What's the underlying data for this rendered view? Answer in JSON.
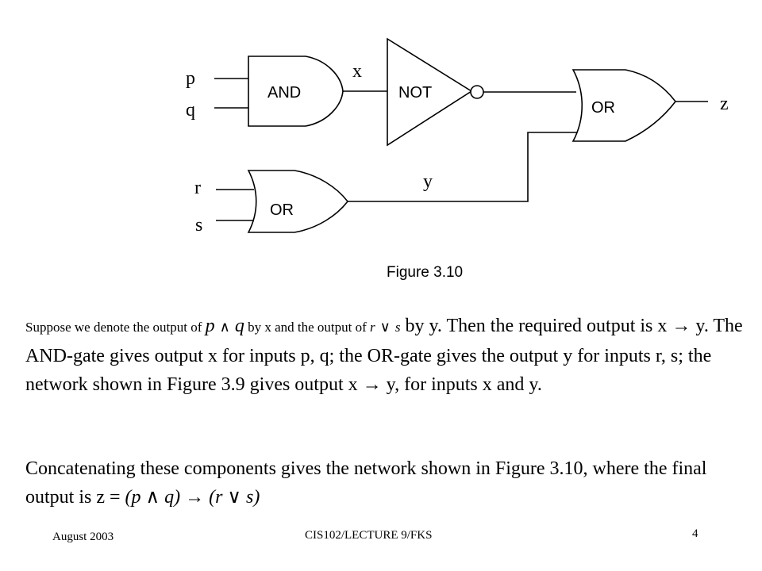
{
  "diagram": {
    "gates": {
      "and": "AND",
      "not": "NOT",
      "or_top": "OR",
      "or_bottom": "OR"
    },
    "inputs": {
      "p": "p",
      "q": "q",
      "r": "r",
      "s": "s"
    },
    "signals": {
      "x": "x",
      "y": "y",
      "z": "z"
    },
    "caption": "Figure 3.10"
  },
  "para1": {
    "intro": "Suppose we denote the output of ",
    "p": "p",
    "and_sym": "∧",
    "q": "q",
    "mid1": " by x and the output of ",
    "r": "r",
    "or_sym": "∨",
    "s": "s",
    "mid2": " by y.",
    "rest": " Then the required output is x → y. The AND-gate gives output x for inputs p, q; the OR-gate gives the output y for inputs r, s; the network shown in Figure 3.9 gives output x → y, for inputs x and y."
  },
  "para2": {
    "text": "Concatenating these components gives the network shown in Figure 3.10, where the final output is z = ",
    "formula": "(p ∧ q) → (r ∨ s)"
  },
  "footer": {
    "date": "August 2003",
    "course": "CIS102/LECTURE 9/FKS",
    "page": "4"
  }
}
